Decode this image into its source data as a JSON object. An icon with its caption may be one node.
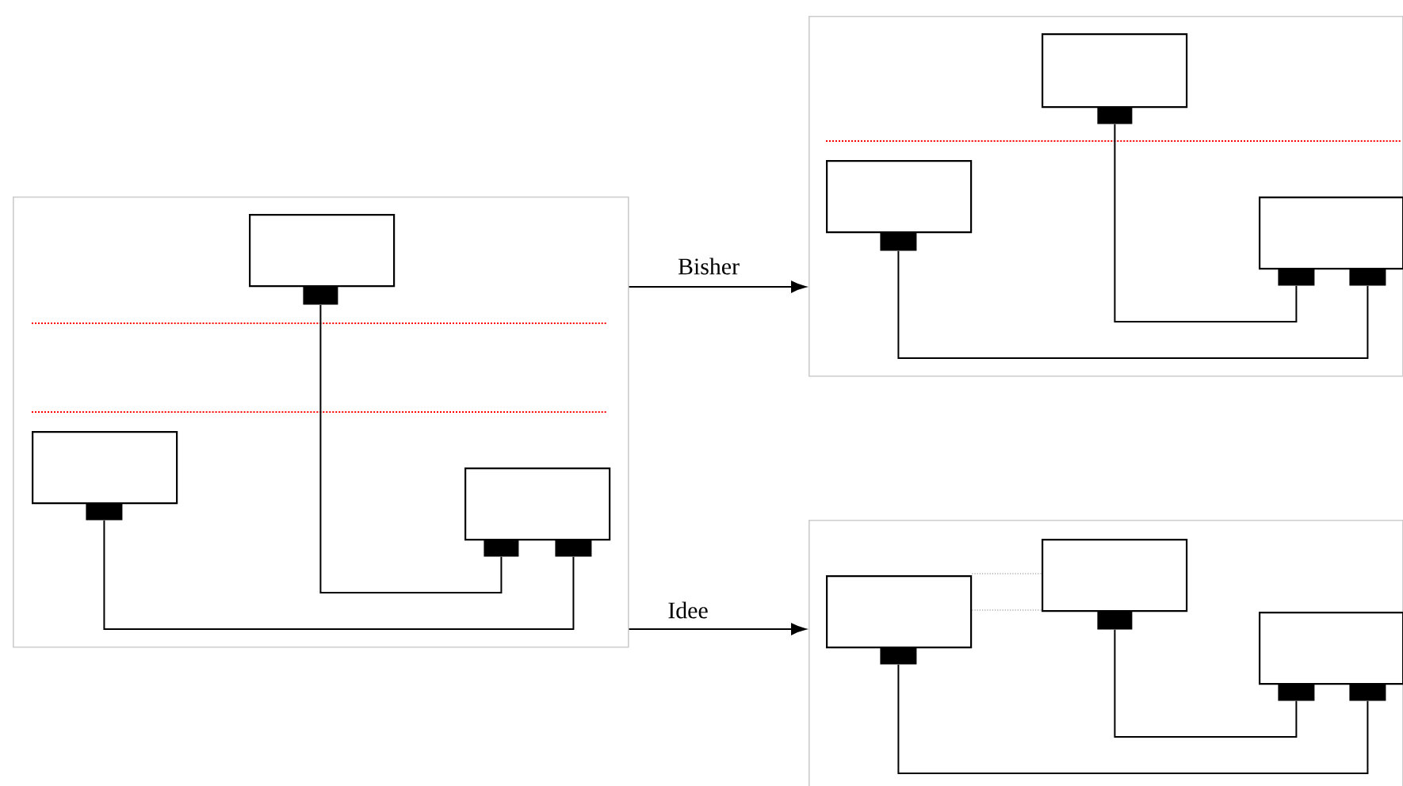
{
  "diagram": {
    "nodes": [
      {
        "text": [],
        "shape": "box"
      },
      {
        "text": [],
        "shape": "box",
        "in": 0
      },
      {
        "text": [],
        "shape": "bar",
        "in": 0
      },
      {
        "text": [],
        "shape": "box",
        "in": 0
      },
      {
        "text": [],
        "shape": "bar",
        "in": 0
      },
      {
        "text": [],
        "shape": "box",
        "in": 0
      },
      {
        "text": [],
        "shape": "bar",
        "in": 0
      },
      {
        "text": [],
        "shape": "bar",
        "in": 0
      },
      {
        "text": [],
        "shape": "box"
      },
      {
        "text": [],
        "shape": "box",
        "in": 8
      },
      {
        "text": [],
        "shape": "bar",
        "in": 8
      },
      {
        "text": [],
        "shape": "box",
        "in": 8
      },
      {
        "text": [],
        "shape": "bar",
        "in": 8
      },
      {
        "text": [],
        "shape": "box",
        "in": 8
      },
      {
        "text": [],
        "shape": "bar",
        "in": 8
      },
      {
        "text": [],
        "shape": "bar",
        "in": 8
      },
      {
        "text": [],
        "shape": "box"
      },
      {
        "text": [],
        "shape": "box",
        "in": 16
      },
      {
        "text": [],
        "shape": "bar",
        "in": 16
      },
      {
        "text": [],
        "shape": "box",
        "in": 16
      },
      {
        "text": [],
        "shape": "bar",
        "in": 16
      },
      {
        "text": [],
        "shape": "box",
        "in": 16
      },
      {
        "text": [],
        "shape": "bar",
        "in": 16
      },
      {
        "text": [],
        "shape": "bar",
        "in": 16
      }
    ],
    "edges": [
      {
        "from": 0,
        "to": 8,
        "arrow": "to",
        "label": "Bisher"
      },
      {
        "from": 0,
        "to": 16,
        "arrow": "to",
        "label": "Idee"
      },
      {
        "from": 2,
        "to": 6,
        "arrow": "none"
      },
      {
        "from": 4,
        "to": 7,
        "arrow": "none"
      },
      {
        "from": 10,
        "to": 14,
        "arrow": "none"
      },
      {
        "from": 12,
        "to": 15,
        "arrow": "none"
      },
      {
        "from": 20,
        "to": 22,
        "arrow": "none"
      },
      {
        "from": 18,
        "to": 23,
        "arrow": "none"
      },
      {
        "from": 17,
        "to": 19,
        "arrow": "none",
        "style": "dashed",
        "color": "#808080"
      },
      {
        "from": 17,
        "to": 19,
        "arrow": "none",
        "style": "dashed",
        "color": "#808080"
      }
    ]
  }
}
